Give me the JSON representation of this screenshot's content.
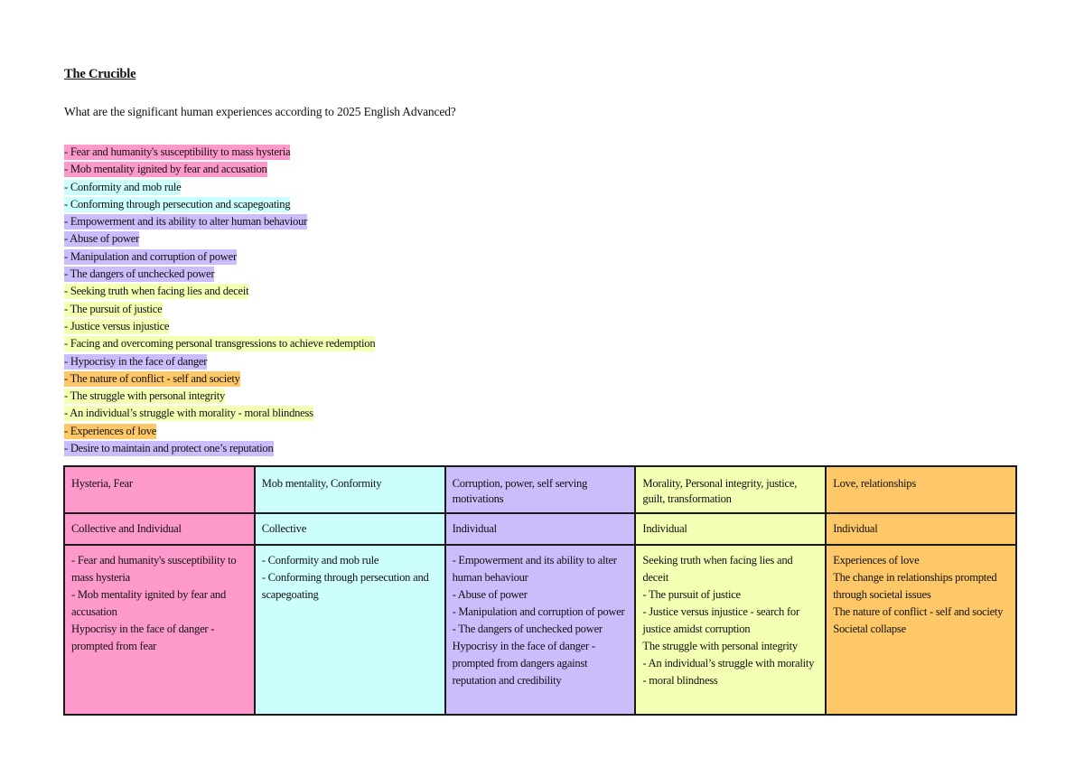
{
  "document": {
    "title": "The Crucible",
    "question": "What are the significant human experiences according to 2025 English Advanced?"
  },
  "colors": {
    "pink": "#fe99cb",
    "cyan": "#ccfefe",
    "purple": "#cbbcfc",
    "yellow": "#f5ffb3",
    "orange": "#fec868",
    "border": "#1a1a1a"
  },
  "themes": [
    {
      "text": "- Fear and humanity's susceptibility to mass hysteria",
      "color": "pink"
    },
    {
      "text": "- Mob mentality ignited by fear and accusation",
      "color": "pink"
    },
    {
      "text": "- Conformity and mob rule",
      "color": "cyan"
    },
    {
      "text": "- Conforming through persecution and scapegoating",
      "color": "cyan"
    },
    {
      "text": "- Empowerment and its ability to alter human behaviour",
      "color": "purple"
    },
    {
      "text": "- Abuse of power",
      "color": "purple"
    },
    {
      "text": "- Manipulation and corruption of power",
      "color": "purple"
    },
    {
      "text": "- The dangers of unchecked power",
      "color": "purple"
    },
    {
      "text": "- Seeking truth when facing lies and deceit",
      "color": "yellow"
    },
    {
      "text": "- The pursuit of justice",
      "color": "yellow"
    },
    {
      "text": "- Justice versus injustice",
      "color": "yellow"
    },
    {
      "text": "- Facing and overcoming personal transgressions to achieve redemption",
      "color": "yellow"
    },
    {
      "text": "- Hypocrisy in the face of danger",
      "color": "purple"
    },
    {
      "text": "- The nature of conflict - self and society",
      "color": "orange"
    },
    {
      "text": "- The struggle with personal integrity",
      "color": "yellow"
    },
    {
      "text": "- An individual’s struggle with morality - moral blindness",
      "color": "yellow"
    },
    {
      "text": "- Experiences of love",
      "color": "orange"
    },
    {
      "text": "- Desire to maintain and protect one’s reputation",
      "color": "purple"
    }
  ],
  "table": {
    "columns": [
      {
        "color": "pink",
        "heading": "Hysteria, Fear",
        "scope": "Collective and Individual",
        "items": "- Fear and humanity's susceptibility to mass hysteria\n- Mob mentality ignited by fear and accusation\nHypocrisy in the face of danger - prompted from fear"
      },
      {
        "color": "cyan",
        "heading": "Mob mentality, Conformity",
        "scope": "Collective",
        "items": "- Conformity and mob rule\n- Conforming through persecution and scapegoating"
      },
      {
        "color": "purple",
        "heading": "Corruption, power, self serving motivations",
        "scope": "Individual",
        "items": "- Empowerment and its ability to alter human behaviour\n- Abuse of power\n- Manipulation and corruption of power\n- The dangers of unchecked power\nHypocrisy in the face of danger - prompted from dangers against reputation and credibility"
      },
      {
        "color": "yellow",
        "heading": "Morality, Personal integrity, justice, guilt, transformation",
        "scope": "Individual",
        "items": "Seeking truth when facing lies and deceit\n- The pursuit of justice\n- Justice versus injustice - search for justice amidst corruption\nThe struggle with personal integrity\n- An individual’s struggle with morality - moral blindness"
      },
      {
        "color": "orange",
        "heading": "Love, relationships",
        "scope": "Individual",
        "items": "Experiences of love\nThe change in relationships prompted through societal issues\nThe nature of conflict - self and society\nSocietal collapse"
      }
    ]
  }
}
